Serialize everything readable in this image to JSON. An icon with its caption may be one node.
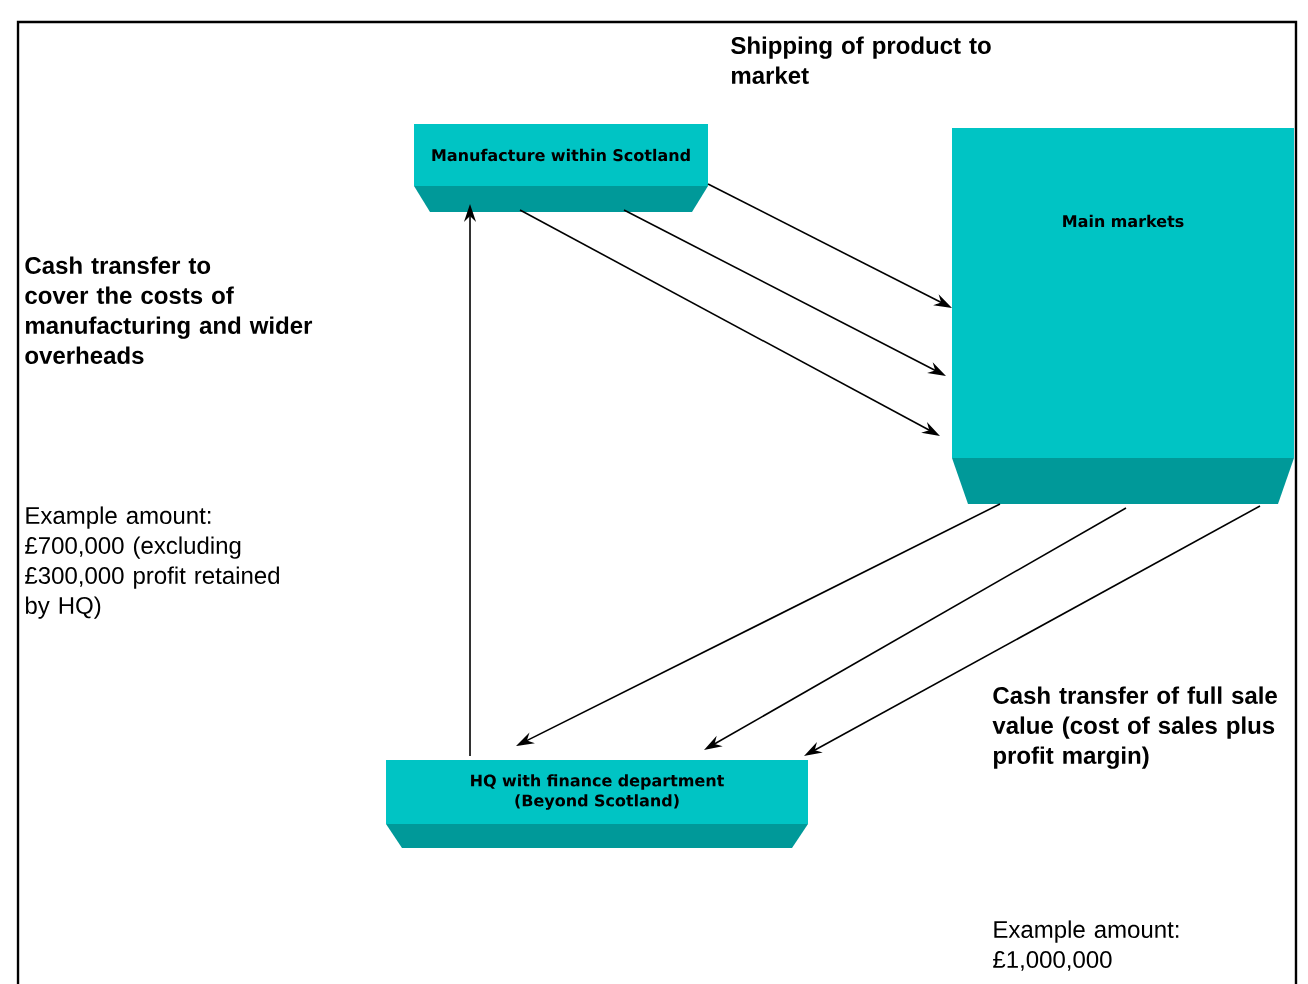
{
  "diagram": {
    "nodes": [
      {
        "text": [
          "Manufacture within Scotland"
        ]
      },
      {
        "text": [
          "Main markets"
        ]
      },
      {
        "text": [
          "HQ with finance department (Beyond Scotland)"
        ]
      }
    ],
    "edges": [
      {
        "from": 0,
        "to": 1,
        "arrow": "to"
      },
      {
        "from": 0,
        "to": 1,
        "arrow": "to"
      },
      {
        "from": 0,
        "to": 1,
        "arrow": "to"
      },
      {
        "from": 1,
        "to": 2,
        "arrow": "to"
      },
      {
        "from": 1,
        "to": 2,
        "arrow": "to"
      },
      {
        "from": 1,
        "to": 2,
        "arrow": "to"
      },
      {
        "from": 2,
        "to": 0,
        "arrow": "to"
      }
    ],
    "labels": [
      "Shipping of product to market",
      "Cash transfer to cover the costs of manufacturing and wider overheads",
      "Example amount: £700,000 (excluding £300,000 profit retained by HQ)",
      "Cash transfer of full sale value (cost of sales plus profit margin)",
      "Example amount: £1,000,000"
    ]
  }
}
